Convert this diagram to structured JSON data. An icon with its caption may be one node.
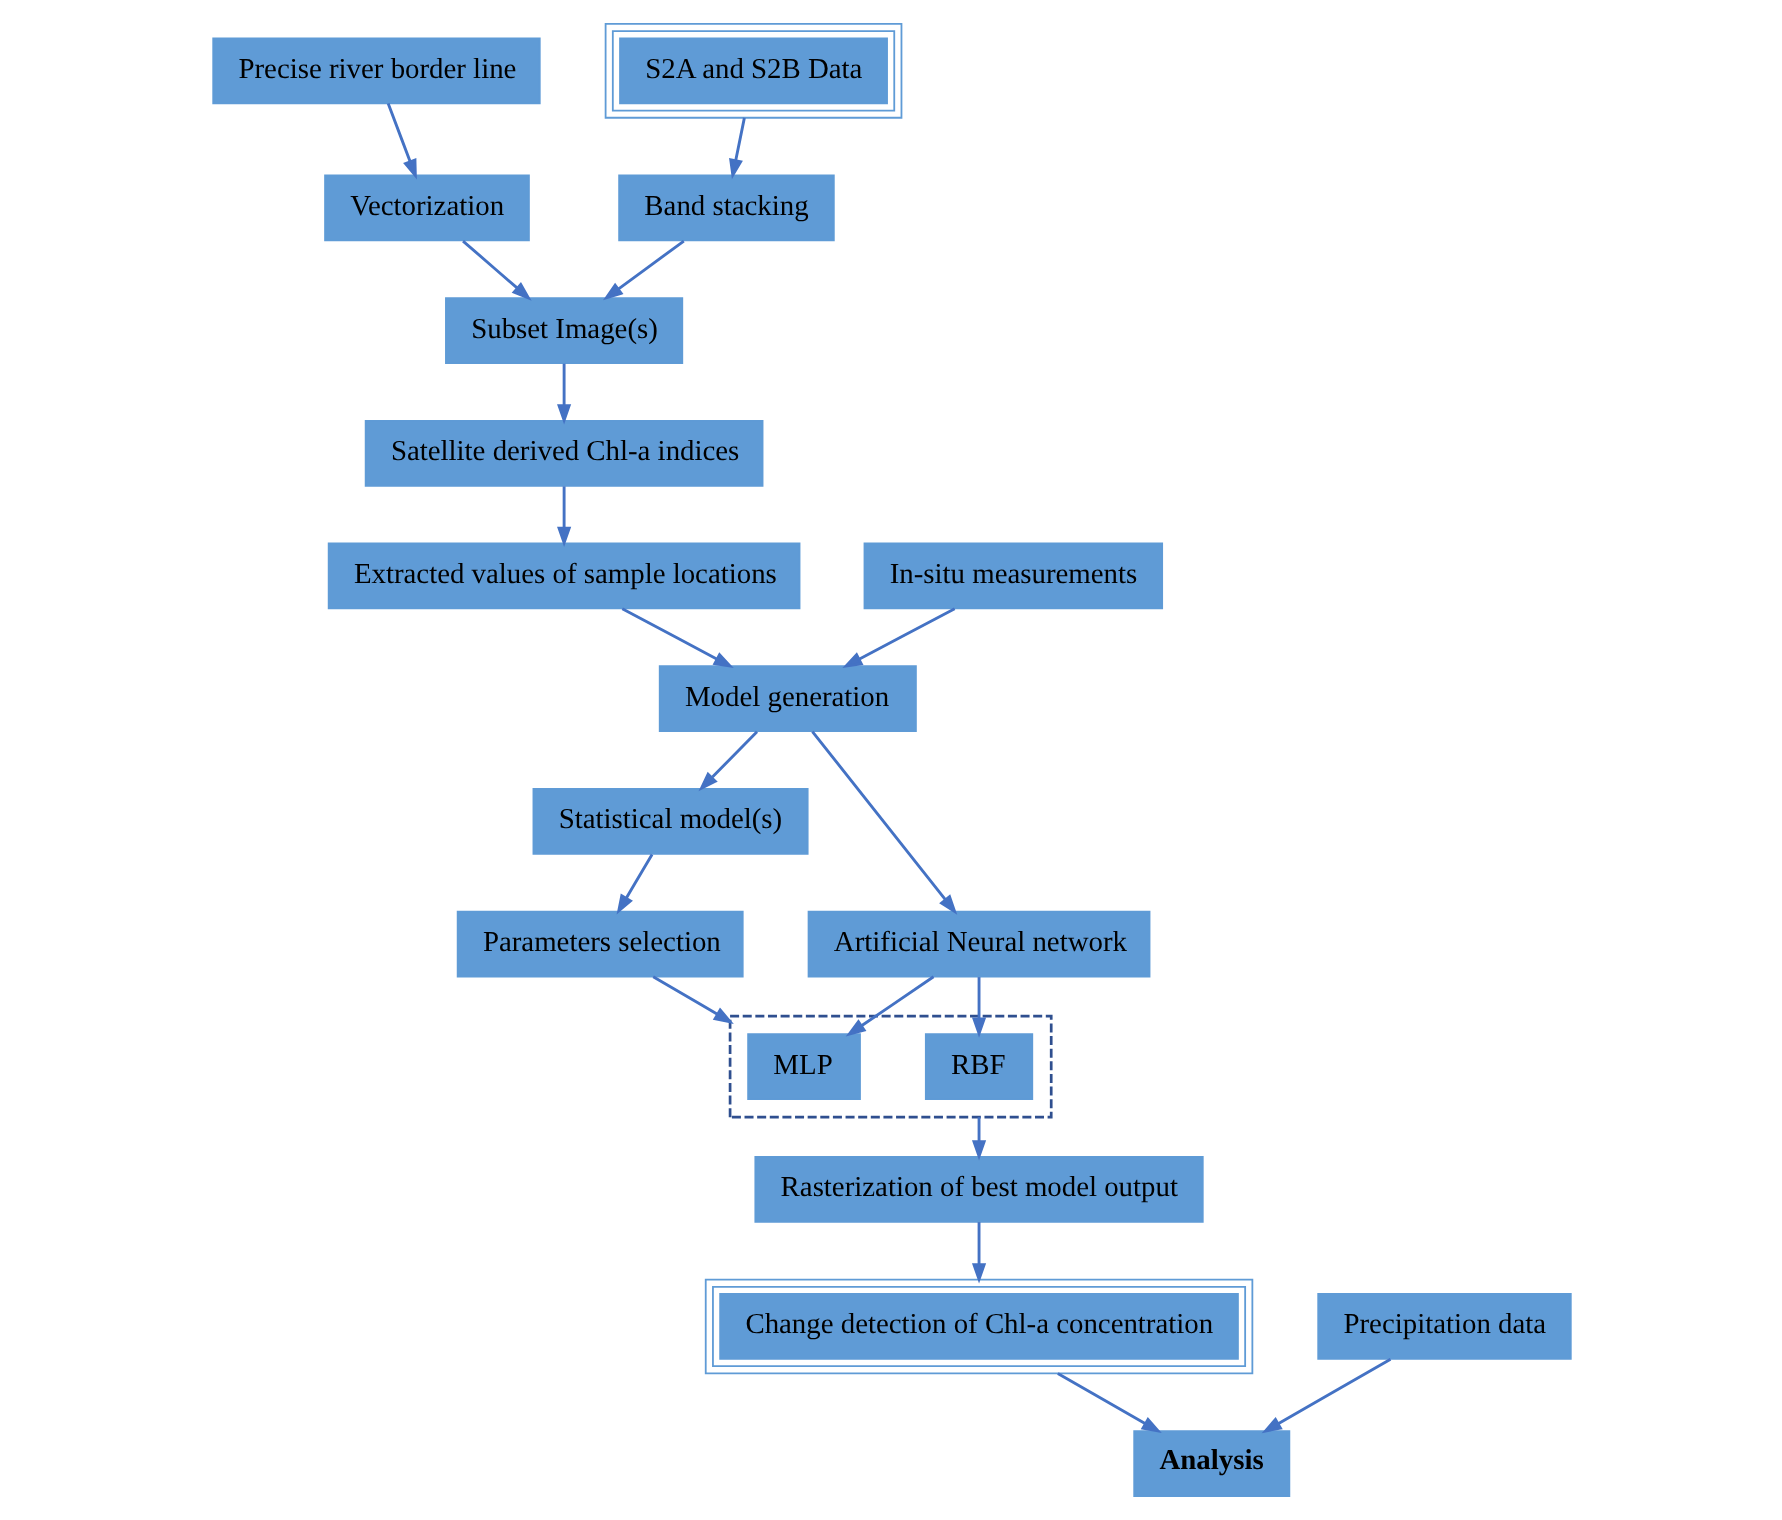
{
  "diagram": {
    "nodes": [
      {
        "text": [
          "Precise river border line"
        ]
      },
      {
        "text": [
          "S2A and S2B Data"
        ]
      },
      {
        "text": [
          "Band stacking"
        ]
      },
      {
        "text": [
          "Vectorization"
        ]
      },
      {
        "text": [
          "Subset Image(s)"
        ]
      },
      {
        "text": [
          "Satellite derived Chl-a indices"
        ]
      },
      {
        "text": [
          "Extracted values of sample locations"
        ]
      },
      {
        "text": [
          "In-situ measurements"
        ]
      },
      {
        "text": [
          "Model generation"
        ]
      },
      {
        "text": [
          "Statistical model(s)"
        ]
      },
      {
        "text": [
          "Artificial Neural network"
        ]
      },
      {
        "text": [
          "Parameters selection"
        ]
      },
      {
        "text": [],
        "shape": "box"
      },
      {
        "text": [
          "MLP"
        ],
        "in": 12
      },
      {
        "text": [
          "RBF"
        ],
        "in": 12
      },
      {
        "text": [
          "Rasterization of best model output"
        ]
      },
      {
        "text": [
          "Precipitation data"
        ]
      },
      {
        "text": [
          "Change detection of Chl-a concentration"
        ]
      },
      {
        "text": [
          "Analysis"
        ]
      }
    ],
    "edges": [
      {
        "from": 0,
        "to": 3,
        "arrow": "to"
      },
      {
        "from": 1,
        "to": 2,
        "arrow": "to"
      },
      {
        "from": 2,
        "to": 4,
        "arrow": "to"
      },
      {
        "from": 3,
        "to": 4,
        "arrow": "to"
      },
      {
        "from": 4,
        "to": 5,
        "arrow": "to"
      },
      {
        "from": 5,
        "to": 6,
        "arrow": "to"
      },
      {
        "from": 6,
        "to": 8,
        "arrow": "to"
      },
      {
        "from": 7,
        "to": 8,
        "arrow": "to"
      },
      {
        "from": 8,
        "to": 9,
        "arrow": "to"
      },
      {
        "from": 8,
        "to": 10,
        "arrow": "to"
      },
      {
        "from": 9,
        "to": 11,
        "arrow": "to"
      },
      {
        "from": 11,
        "to": 12,
        "arrow": "to"
      },
      {
        "from": 10,
        "to": 13,
        "arrow": "to"
      },
      {
        "from": 10,
        "to": 14,
        "arrow": "to"
      },
      {
        "from": 12,
        "to": 15,
        "arrow": "to"
      },
      {
        "from": 15,
        "to": 17,
        "arrow": "to"
      },
      {
        "from": 16,
        "to": 18,
        "arrow": "to"
      },
      {
        "from": 17,
        "to": 18,
        "arrow": "to"
      }
    ]
  }
}
